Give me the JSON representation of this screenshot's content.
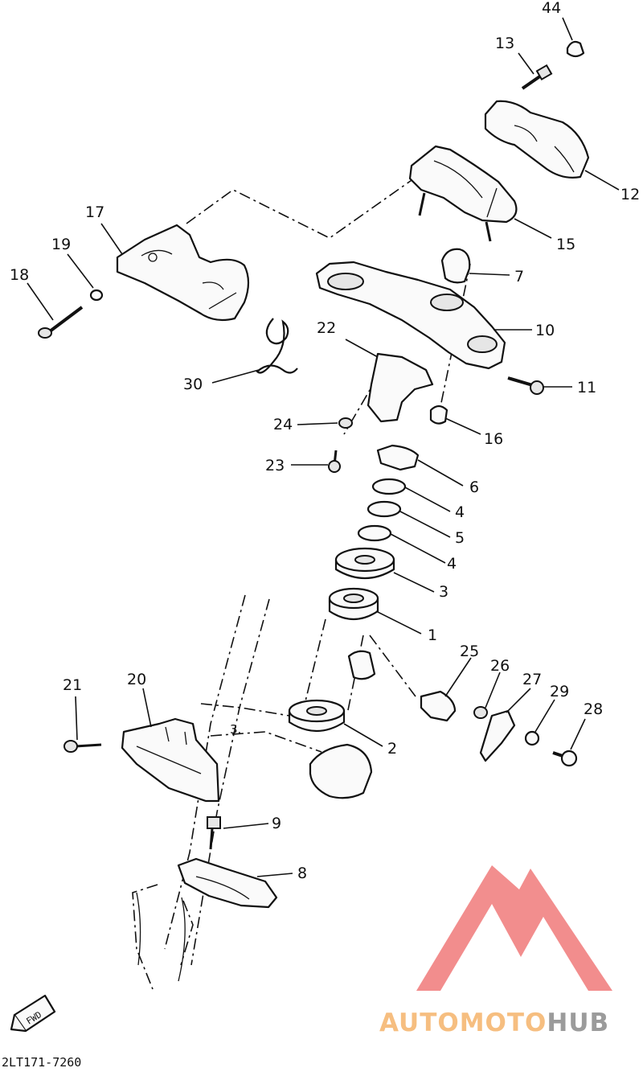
{
  "diagram": {
    "code": "2LT171-7260",
    "fwd_label": "FWD",
    "callouts": [
      "1",
      "2",
      "3",
      "4",
      "4",
      "5",
      "6",
      "7",
      "8",
      "9",
      "10",
      "11",
      "12",
      "13",
      "44",
      "15",
      "16",
      "17",
      "18",
      "19",
      "20",
      "21",
      "22",
      "23",
      "24",
      "25",
      "26",
      "27",
      "28",
      "29",
      "30"
    ],
    "inline_label": "3."
  },
  "watermark": {
    "text_orange": "AUTOMOTO",
    "text_gray": "HUB",
    "colors": {
      "red": "#f07a7a",
      "orange": "#f5b36a",
      "gray": "#8a8a8a"
    }
  }
}
